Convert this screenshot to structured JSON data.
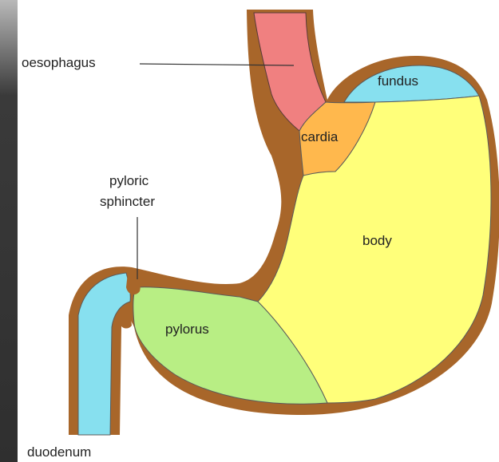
{
  "diagram": {
    "labels": {
      "oesophagus": "oesophagus",
      "fundus": "fundus",
      "cardia": "cardia",
      "pyloric_line1": "pyloric",
      "pyloric_line2": "sphincter",
      "body": "body",
      "pylorus": "pylorus",
      "duodenum": "duodenum"
    },
    "colors": {
      "oesophagus": "#f08080",
      "fundus": "#87e0ef",
      "cardia": "#ffb84d",
      "body": "#ffff7a",
      "pylorus": "#b8ee84",
      "duodenum": "#87e0ef",
      "wall": "#a8662a"
    }
  }
}
